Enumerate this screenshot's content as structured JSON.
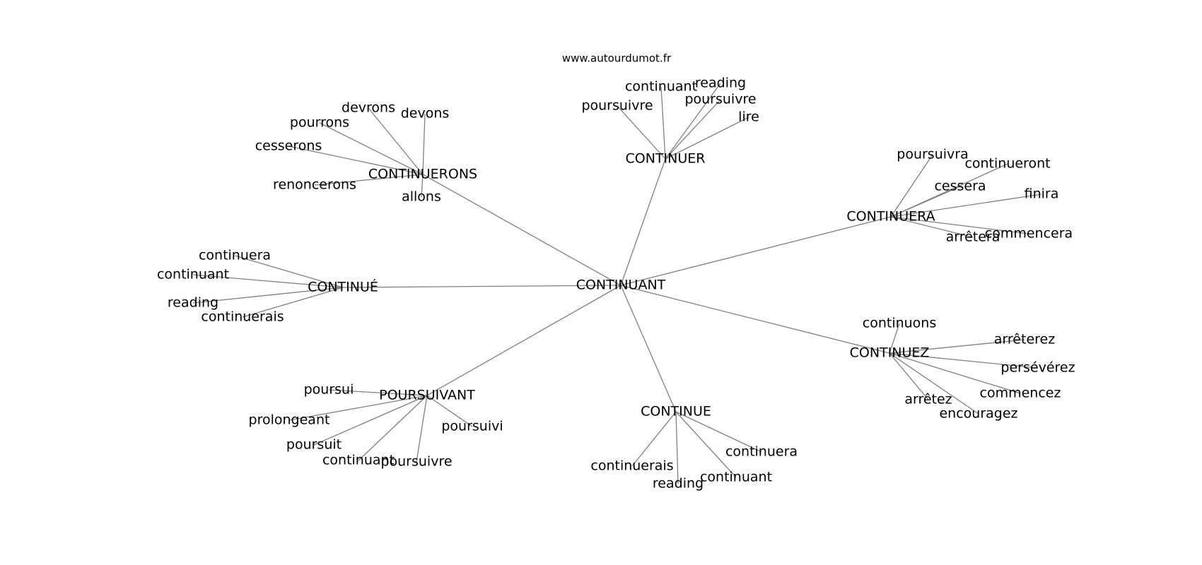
{
  "site": "www.autourdumot.fr",
  "center": "CONTINUANT",
  "hubs": [
    {
      "label": "CONTINUERONS",
      "leaves": [
        "devrons",
        "devons",
        "pourrons",
        "cesserons",
        "renoncerons",
        "allons"
      ]
    },
    {
      "label": "CONTINUER",
      "leaves": [
        "continuant",
        "reading",
        "poursuivre",
        "poursuivre",
        "lire"
      ]
    },
    {
      "label": "CONTINUERA",
      "leaves": [
        "poursuivra",
        "continueront",
        "cessera",
        "finira",
        "commencera",
        "arrêtera"
      ]
    },
    {
      "label": "CONTINUÉ",
      "leaves": [
        "continuera",
        "continuant",
        "reading",
        "continuerais"
      ]
    },
    {
      "label": "CONTINUEZ",
      "leaves": [
        "continuons",
        "arrêterez",
        "persévérez",
        "commencez",
        "arrêtez",
        "encouragez"
      ]
    },
    {
      "label": "POURSUIVANT",
      "leaves": [
        "poursui",
        "prolongeant",
        "poursuit",
        "continuant",
        "poursuivre",
        "poursuivi"
      ]
    },
    {
      "label": "CONTINUE",
      "leaves": [
        "continuera",
        "continuant",
        "reading",
        "continuerais"
      ]
    }
  ]
}
